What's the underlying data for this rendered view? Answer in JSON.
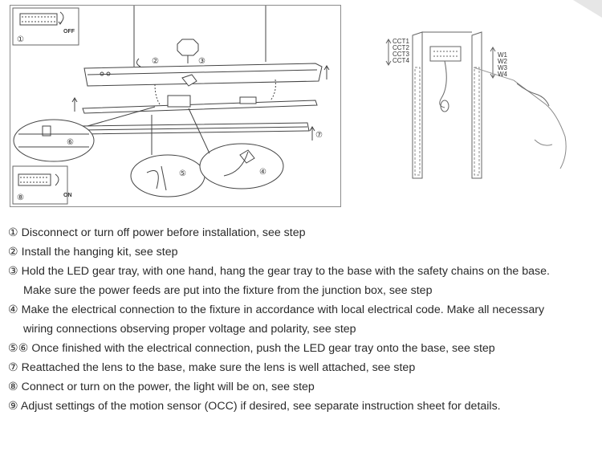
{
  "diagram": {
    "label_off": "OFF",
    "label_on": "ON",
    "step_nums": [
      "①",
      "②",
      "③",
      "④",
      "⑤",
      "⑥",
      "⑦",
      "⑧"
    ]
  },
  "sensor": {
    "cct_labels": [
      "CCT1",
      "CCT2",
      "CCT3",
      "CCT4"
    ],
    "w_labels": [
      "W1",
      "W2",
      "W3",
      "W4"
    ]
  },
  "steps": [
    {
      "line1": "① Disconnect or turn off power before installation, see step",
      "line2": ""
    },
    {
      "line1": "② Install the hanging kit, see step",
      "line2": ""
    },
    {
      "line1": "③ Hold the LED gear tray, with one hand, hang the gear tray to the base with the safety chains on the base.",
      "line2": "Make sure the power feeds are put into the fixture from the junction box, see step"
    },
    {
      "line1": "④ Make the electrical connection to the fixture in accordance with local electrical code. Make all necessary",
      "line2": "wiring connections observing proper voltage and polarity, see step"
    },
    {
      "line1": "⑤⑥ Once finished with the electrical connection, push the LED gear tray onto the base, see step",
      "line2": ""
    },
    {
      "line1": "⑦ Reattached the lens to the base, make sure the lens is well attached, see step",
      "line2": ""
    },
    {
      "line1": "⑧ Connect or turn on the power, the light will be on, see step",
      "line2": ""
    },
    {
      "line1": "⑨ Adjust settings of the motion sensor (OCC) if desired, see separate instruction sheet for details.",
      "line2": ""
    }
  ]
}
